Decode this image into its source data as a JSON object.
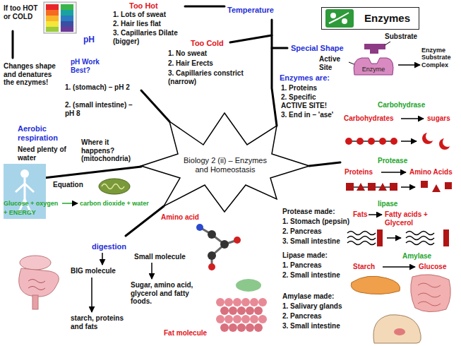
{
  "diagram": {
    "nodes": [
      {
        "text": [
          "Enzymes"
        ]
      },
      {
        "text": [
          "Enzyme"
        ]
      },
      {
        "text": [
          "Biology 2 (ii) – Enzymes and Homeostasis"
        ]
      }
    ],
    "labels": [
      "If too HOT or COLD",
      "Changes shape and denatures the enzymes!",
      "pH",
      "pH Work Best?",
      "1. (stomach) – pH 2",
      "2. (small intestine) – pH 8",
      "Too Hot",
      "1. Lots of sweat",
      "2. Hair lies flat",
      "3. Capillaries Dilate (bigger)",
      "Temperature",
      "Too Cold",
      "1. No sweat",
      "2. Hair Erects",
      "3. Capillaries constrict (narrow)",
      "Special Shape",
      "Substrate",
      "Active Site",
      "Enzyme Substrate Complex",
      "Enzymes are:",
      "1. Proteins",
      "2. Specific ACTIVE SITE!",
      "3. End in – 'ase'",
      "Carbohydrase",
      "Carbohydrates",
      "sugars",
      "Protease",
      "Proteins",
      "Amino Acids",
      "lipase",
      "Fats",
      "Fatty acids + Glycerol",
      "Amylase",
      "Starch",
      "Glucose",
      "Protease made:",
      "1. Stomach (pepsin)",
      "2. Pancreas",
      "3. Small intestine",
      "Lipase made:",
      "1. Pancreas",
      "2. Small intestine",
      "Amylase made:",
      "1. Salivary glands",
      "2. Pancreas",
      "3. Small intestine",
      "Aerobic respiration",
      "Need plenty of water",
      "Where it happens? (mitochondria)",
      "Equation",
      "Glucose + oxygen",
      "carbon dioxide + water",
      "+ ENERGY",
      "Amino acid",
      "digestion",
      "Small molecule",
      "Sugar, amino acid, glycerol and fatty foods.",
      "BIG molecule",
      "starch, proteins and fats",
      "Fat molecule"
    ]
  }
}
